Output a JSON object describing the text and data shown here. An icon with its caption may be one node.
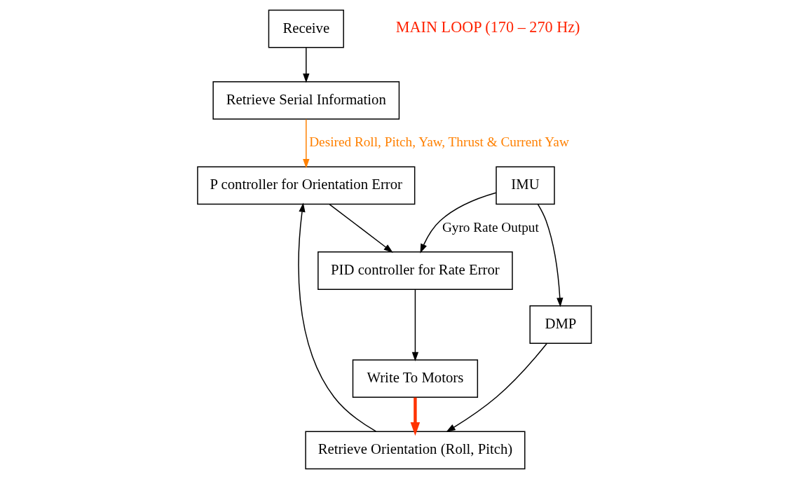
{
  "diagram": {
    "nodes": [
      {
        "text": [
          "Receive"
        ]
      },
      {
        "text": [
          "Retrieve Serial Information"
        ]
      },
      {
        "text": [
          "IMU"
        ]
      },
      {
        "text": [
          "DMP"
        ]
      },
      {
        "text": [
          "Retrieve Orientation (Roll, Pitch)"
        ]
      },
      {
        "text": [
          "P controller for Orientation Error"
        ]
      },
      {
        "text": [
          "PID controller for Rate Error"
        ]
      },
      {
        "text": [
          "Write To Motors"
        ]
      }
    ],
    "edges": [
      {
        "from": 0,
        "to": 1,
        "arrow": "to"
      },
      {
        "from": 1,
        "to": 5,
        "arrow": "to",
        "label": "Desired Roll, Pitch, Yaw, Thrust & Current Yaw",
        "color": "#ff8000"
      },
      {
        "from": 2,
        "to": 3,
        "arrow": "to"
      },
      {
        "from": 3,
        "to": 4,
        "arrow": "to"
      },
      {
        "from": 4,
        "to": 5,
        "arrow": "to"
      },
      {
        "from": 2,
        "to": 6,
        "arrow": "to",
        "label": "Gyro Rate Output"
      },
      {
        "from": 5,
        "to": 6,
        "arrow": "to"
      },
      {
        "from": 6,
        "to": 7,
        "arrow": "to"
      },
      {
        "from": 7,
        "to": 4,
        "arrow": "to",
        "style": "thick",
        "color": "#ff3300"
      }
    ],
    "labels": [
      "MAIN LOOP (170 – 270 Hz)"
    ]
  }
}
